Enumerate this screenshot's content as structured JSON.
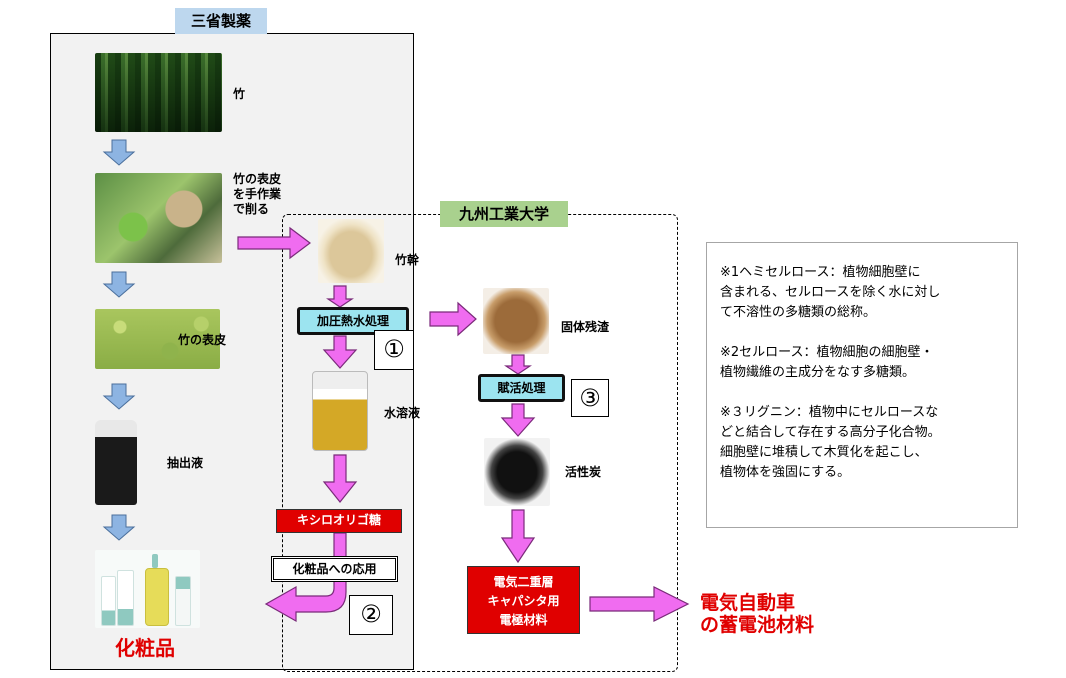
{
  "companies": {
    "left_title": "三省製薬",
    "right_title": "九州工業大学"
  },
  "left_steps": {
    "bamboo": "竹",
    "peel_line1": "竹の表皮",
    "peel_line2": "を手作業",
    "peel_line3": "で削る",
    "skin": "竹の表皮",
    "extract": "抽出液",
    "cosmetic": "化粧品"
  },
  "right_steps": {
    "trunk": "竹幹",
    "hydro_process": "加圧熱水処理",
    "aqueous": "水溶液",
    "solid_residue": "固体残渣",
    "activation": "賦活処理",
    "activated_carbon": "活性炭"
  },
  "markers": {
    "one": "①",
    "two": "②",
    "three": "③"
  },
  "products": {
    "xylo": "キシロオリゴ糖",
    "cosmetic_app": "化粧品への応用",
    "electrode_line1": "電気二重層",
    "electrode_line2": "キャパシタ用",
    "electrode_line3": "電極材料",
    "ev_line1": "電気自動車",
    "ev_line2": "の蓄電池材料"
  },
  "notes": {
    "note1_line1": "※1ヘミセルロース：植物細胞壁に",
    "note1_line2": "含まれる、セルロースを除く水に対し",
    "note1_line3": "て不溶性の多糖類の総称。",
    "note2_line1": "※2セルロース：植物細胞の細胞壁・",
    "note2_line2": "植物繊維の主成分をなす多糖類。",
    "note3_line1": "※３リグニン：植物中にセルロースな",
    "note3_line2": "どと結合して存在する高分子化合物。",
    "note3_line3": "細胞壁に堆積して木質化を起こし、",
    "note3_line4": "植物体を強固にする。"
  },
  "colors": {
    "pink_arrow": "#f06cf0",
    "blue_arrow": "#8db4e2",
    "red": "#e00000",
    "cyan_box": "#9ce4f0"
  }
}
